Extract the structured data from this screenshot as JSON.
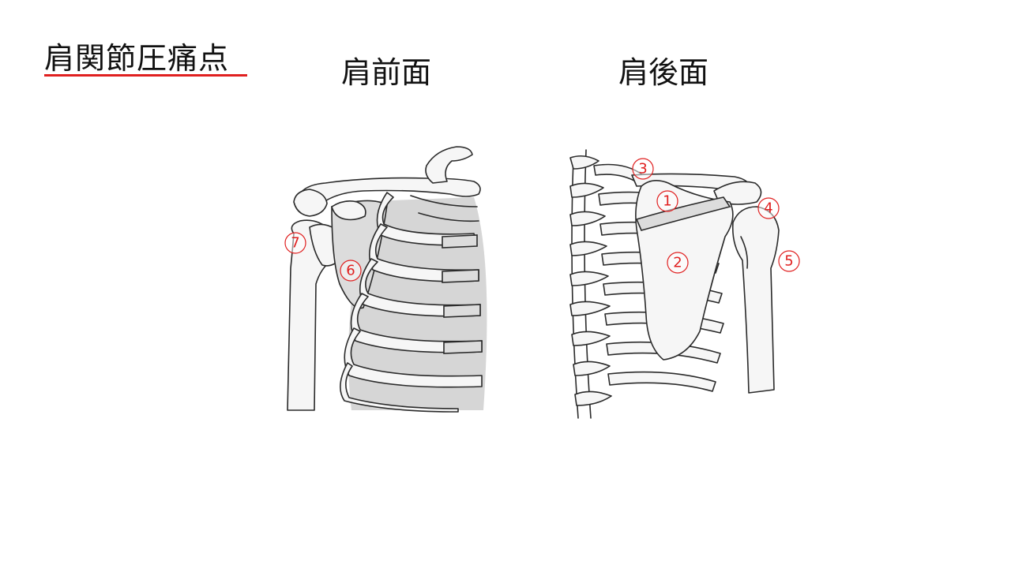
{
  "title": "肩関節圧痛点",
  "views": {
    "front_label": "肩前面",
    "back_label": "肩後面"
  },
  "markers": {
    "m1": "1",
    "m2": "2",
    "m3": "3",
    "m4": "4",
    "m5": "5",
    "m6": "6",
    "m7": "7"
  },
  "colors": {
    "accent": "#e02020",
    "bone_outline": "#2a2a2a",
    "bone_fill": "#f6f6f6"
  }
}
